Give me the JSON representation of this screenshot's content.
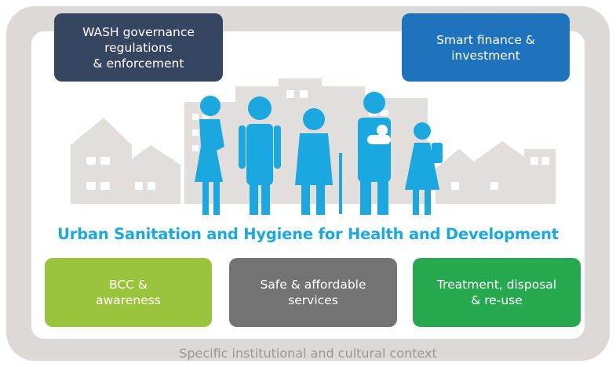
{
  "frame": {
    "context_label": "Specific institutional and cultural context",
    "colors": {
      "frame": "#dcd9d6",
      "city": "#e1dedb",
      "people": "#1ba8e0"
    }
  },
  "title": "Urban Sanitation and Hygiene for Health and Development",
  "boxes": {
    "governance": {
      "label": "WASH governance\nregulations\n& enforcement",
      "color": "#364560"
    },
    "finance": {
      "label": "Smart finance &\ninvestment",
      "color": "#1f72bc"
    },
    "bcc": {
      "label": "BCC &\nawareness",
      "color": "#9ac43c"
    },
    "services": {
      "label": "Safe & affordable\nservices",
      "color": "#737373"
    },
    "treatment": {
      "label": "Treatment, disposal\n& re-use",
      "color": "#26a84e"
    }
  },
  "illustration": {
    "background": "city-skyline-houses",
    "people": [
      "pregnant-woman-figure",
      "woman-figure",
      "elderly-woman-with-cane-figure",
      "man-holding-baby-figure",
      "girl-with-bag-figure"
    ]
  }
}
